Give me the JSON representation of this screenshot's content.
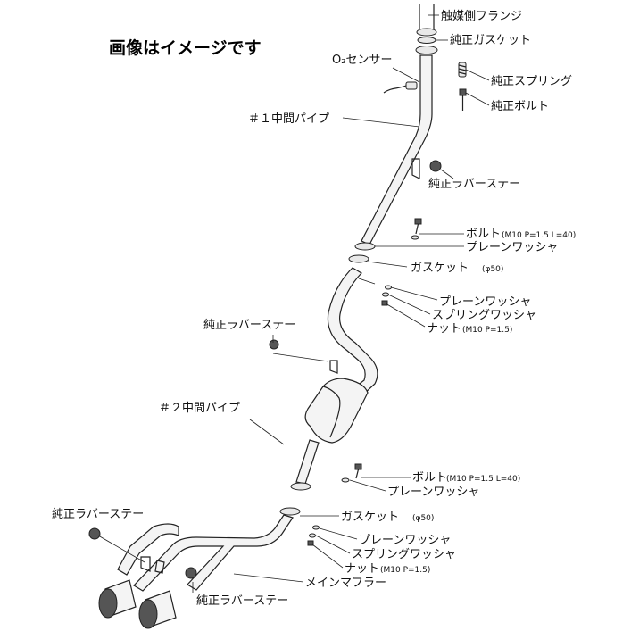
{
  "title": "画像はイメージです",
  "labels": {
    "catalyst_flange": "触媒側フランジ",
    "stock_gasket_top": "純正ガスケット",
    "o2_sensor": "O₂センサー",
    "stock_spring": "純正スプリング",
    "stock_bolt": "純正ボルト",
    "mid_pipe_1": "＃１中間パイプ",
    "rubber_stay_1": "純正ラバーステー",
    "bolt_1": "ボルト",
    "bolt_1_spec": "(M10 P=1.5 L=40)",
    "plain_washer_1": "プレーンワッシャ",
    "gasket_1": "ガスケット",
    "gasket_1_spec": "(φ50)",
    "plain_washer_2": "プレーンワッシャ",
    "spring_washer_1": "スプリングワッシャ",
    "nut_1": "ナット",
    "nut_1_spec": "(M10 P=1.5)",
    "rubber_stay_2": "純正ラバーステー",
    "mid_pipe_2": "＃２中間パイプ",
    "bolt_2": "ボルト",
    "bolt_2_spec": "(M10 P=1.5 L=40)",
    "plain_washer_3": "プレーンワッシャ",
    "gasket_2": "ガスケット",
    "gasket_2_spec": "(φ50)",
    "rubber_stay_3": "純正ラバーステー",
    "plain_washer_4": "プレーンワッシャ",
    "spring_washer_2": "スプリングワッシャ",
    "nut_2": "ナット",
    "nut_2_spec": "(M10 P=1.5)",
    "main_muffler": "メインマフラー",
    "rubber_stay_4": "純正ラバーステー"
  }
}
